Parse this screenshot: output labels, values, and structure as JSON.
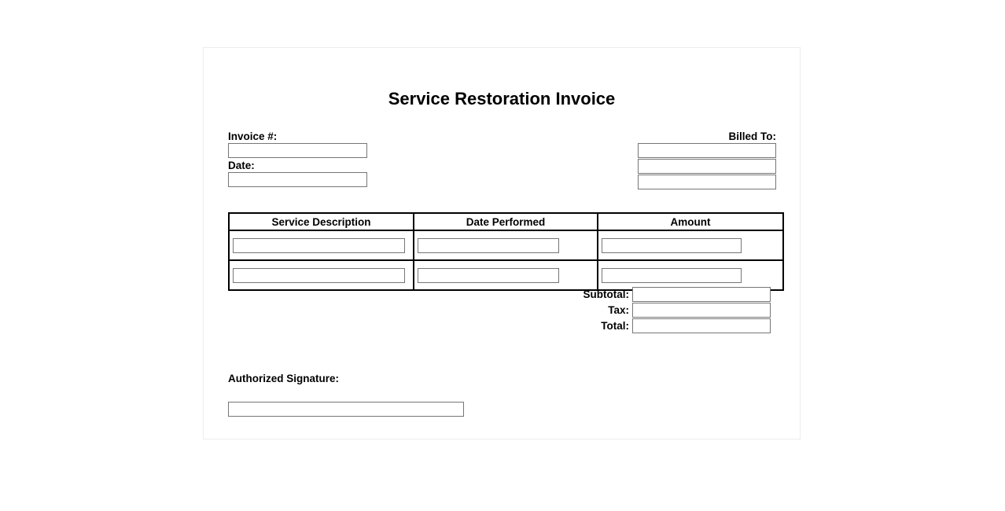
{
  "document": {
    "title": "Service Restoration Invoice",
    "background_color": "#ffffff",
    "sheet_border_color": "#ececec",
    "table_border_color": "#000000",
    "input_border_color": "#767676"
  },
  "meta": {
    "invoice_number": {
      "label": "Invoice #:",
      "value": "",
      "placeholder": ""
    },
    "date": {
      "label": "Date:",
      "value": "",
      "placeholder": ""
    },
    "billed_to": {
      "label": "Billed To:",
      "lines": [
        {
          "value": "",
          "placeholder": ""
        },
        {
          "value": "",
          "placeholder": ""
        },
        {
          "value": "",
          "placeholder": ""
        }
      ]
    }
  },
  "line_items": {
    "columns": [
      "Service Description",
      "Date Performed",
      "Amount"
    ],
    "rows": [
      {
        "description": {
          "value": "",
          "placeholder": ""
        },
        "date_performed": {
          "value": "",
          "placeholder": ""
        },
        "amount": {
          "value": "",
          "placeholder": ""
        }
      },
      {
        "description": {
          "value": "",
          "placeholder": ""
        },
        "date_performed": {
          "value": "",
          "placeholder": ""
        },
        "amount": {
          "value": "",
          "placeholder": ""
        }
      }
    ]
  },
  "totals": [
    {
      "label": "Subtotal:",
      "value": "",
      "placeholder": ""
    },
    {
      "label": "Tax:",
      "value": "",
      "placeholder": ""
    },
    {
      "label": "Total:",
      "value": "",
      "placeholder": ""
    }
  ],
  "signature": {
    "label": "Authorized Signature:",
    "value": "",
    "placeholder": ""
  }
}
